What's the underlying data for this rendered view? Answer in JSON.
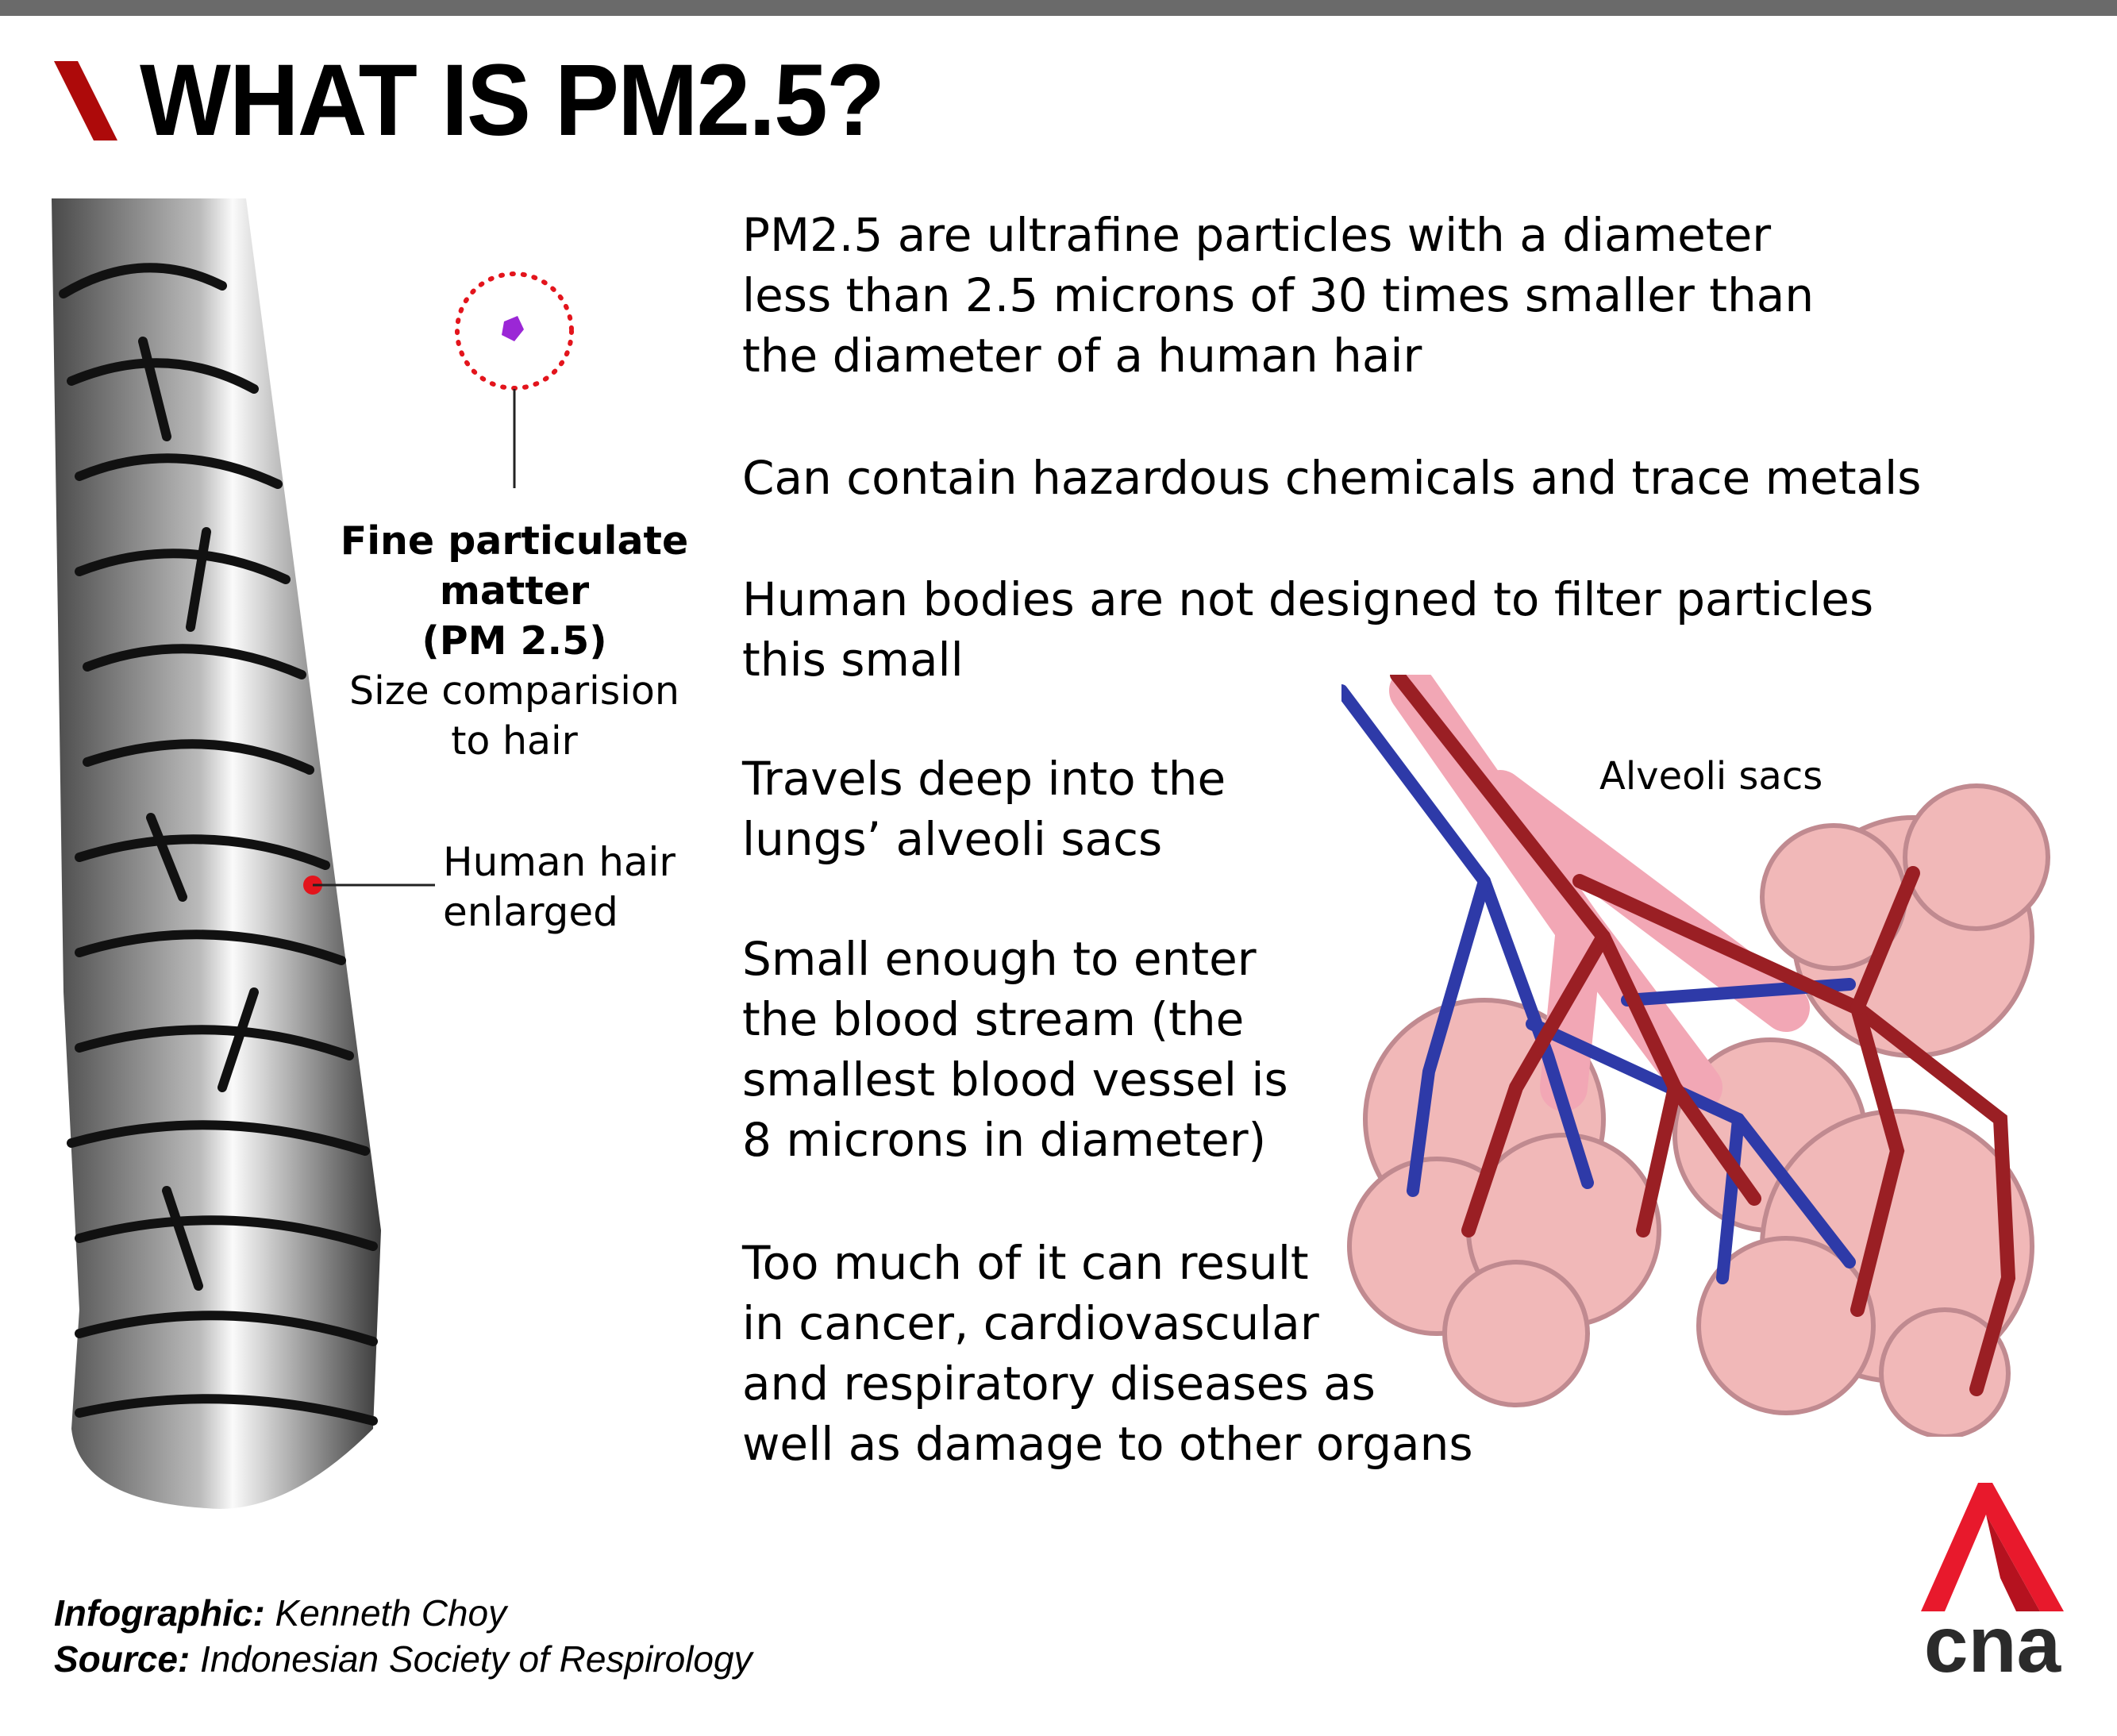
{
  "header": {
    "title": "WHAT IS PM2.5?",
    "accent_color": "#ad0a0a"
  },
  "facts": [
    "PM2.5 are ultrafine particles with a diameter\nless than 2.5 microns of 30 times smaller than\nthe diameter of a human hair",
    "Can contain hazardous chemicals and trace metals",
    "Human bodies are not designed to filter particles\nthis small",
    "Travels deep into the\nlungs’ alveoli sacs",
    "Small enough to enter\nthe blood stream (the\nsmallest blood vessel is\n8 microns in diameter)",
    "Too much of it can result\nin cancer, cardiovascular\nand respiratory diseases as\nwell as damage to other organs"
  ],
  "particle_label": {
    "title_line1": "Fine particulate",
    "title_line2": "matter",
    "title_line3": "(PM 2.5)",
    "subtitle_line1": "Size comparision",
    "subtitle_line2": "to hair"
  },
  "hair_label": "Human hair\nenlarged",
  "lungs_label": "Alveoli sacs",
  "footer": {
    "credit_label": "Infographic:",
    "credit_value": " Kenneth Choy",
    "source_label": "Source:",
    "source_value": " Indonesian Society of Respirology"
  },
  "logo": {
    "text": "cna",
    "color": "#e8192c"
  }
}
